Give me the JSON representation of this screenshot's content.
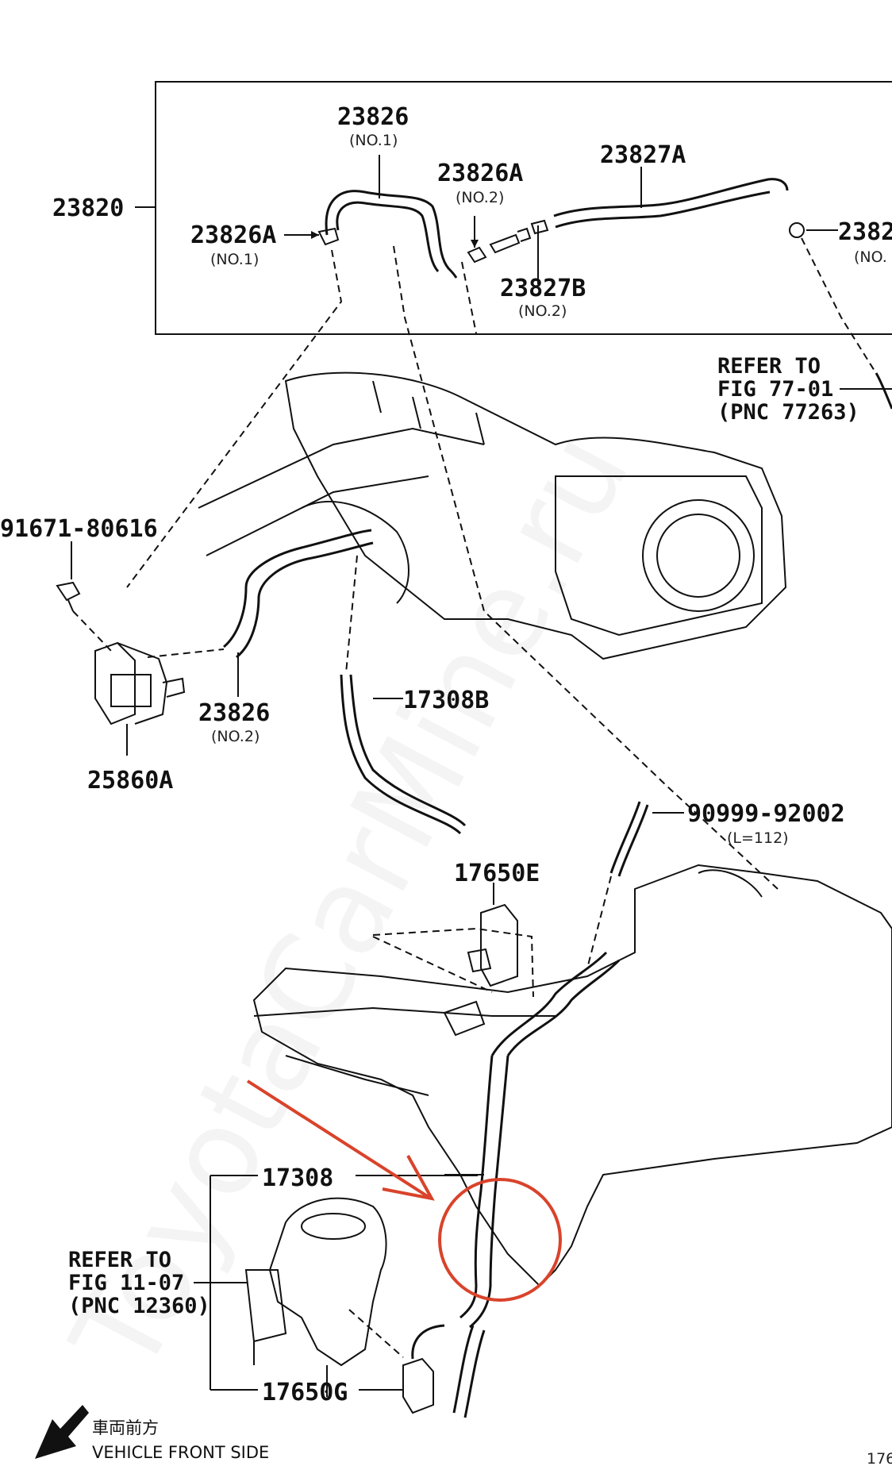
{
  "labels": {
    "l23820": "23820",
    "l23826_top": "23826",
    "l23826_top_sub": "(NO.1)",
    "l23826A_left": "23826A",
    "l23826A_left_sub": "(NO.1)",
    "l23826A_mid": "23826A",
    "l23826A_mid_sub": "(NO.2)",
    "l23827A": "23827A",
    "l23827B": "23827B",
    "l23827B_sub": "(NO.2)",
    "l2382_right": "2382",
    "l2382_right_sub": "(NO.",
    "l91671": "91671-80616",
    "l23826_no2": "23826",
    "l23826_no2_sub": "(NO.2)",
    "l25860A": "25860A",
    "l17308B": "17308B",
    "l90999": "90999-92002",
    "l90999_sub": "(L=112)",
    "l17650E": "17650E",
    "l17308": "17308",
    "l17650G": "17650G",
    "corner": "176"
  },
  "refs": {
    "ref_a_1": "REFER TO",
    "ref_a_2": "FIG 77-01",
    "ref_a_3": "(PNC 77263)",
    "ref_b_1": "REFER TO",
    "ref_b_2": "FIG 11-07",
    "ref_b_3": "(PNC 12360)"
  },
  "front": {
    "jp": "車両前方",
    "en": "VEHICLE FRONT SIDE"
  },
  "watermark": "ToyotaCarMine.ru",
  "colors": {
    "annotation": "#d9432b",
    "ink": "#111111"
  }
}
